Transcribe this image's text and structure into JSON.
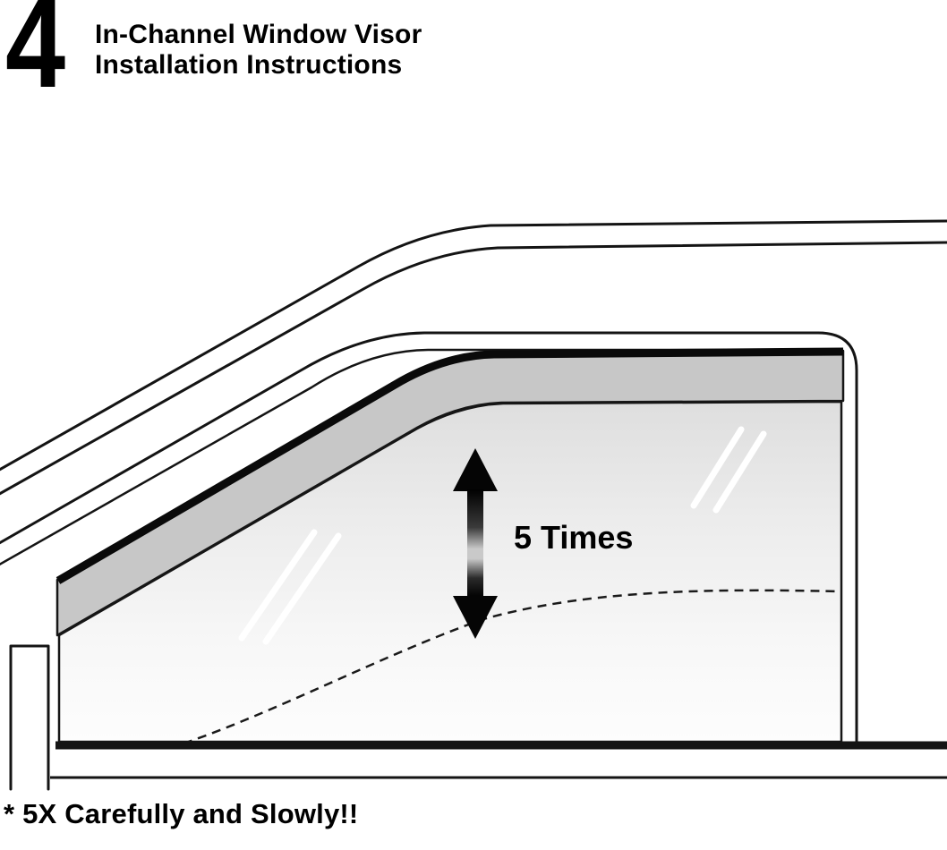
{
  "header": {
    "step_number": "4",
    "title_line1": "In-Channel Window Visor",
    "title_line2": "Installation Instructions"
  },
  "diagram": {
    "annotation": "5 Times",
    "ink_color": "#141414",
    "visor_fill_color": "#c7c7c7",
    "glass_top_color": "#dedede",
    "glass_bottom_color": "#fdfdfd",
    "arrow_dark_color": "#000000",
    "arrow_light_color": "#c9c9c9"
  },
  "footer": {
    "note": "* 5X Carefully and Slowly!!"
  }
}
